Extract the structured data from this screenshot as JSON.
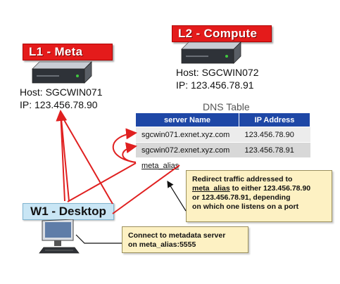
{
  "l1": {
    "label": "L1 - Meta",
    "host": "Host: SGCWIN071",
    "ip": "IP: 123.456.78.90"
  },
  "l2": {
    "label": "L2 - Compute",
    "host": "Host: SGCWIN072",
    "ip": "IP: 123.456.78.91"
  },
  "w1": {
    "label": "W1 - Desktop"
  },
  "dns": {
    "title": "DNS Table",
    "headers": [
      "server Name",
      "IP Address"
    ],
    "rows": [
      {
        "name": "sgcwin071.exnet.xyz.com",
        "ip": "123.456.78.90"
      },
      {
        "name": "sgcwin072.exnet.xyz.com",
        "ip": "123.456.78.91"
      },
      {
        "name": "meta_alias",
        "ip": ""
      }
    ]
  },
  "notes": {
    "redirect": {
      "prefix": "Redirect traffic addressed to",
      "alias": "meta_alias",
      "rest1": " to either 123.456.78.90",
      "line3": "or 123.456.78.91, depending",
      "line4": "on which one listens on a port"
    },
    "connect": {
      "line1": "Connect to metadata server",
      "line2": "on meta_alias:5555"
    }
  },
  "colors": {
    "label_red": "#e41b1b",
    "table_header": "#1e47a6",
    "arrow": "#e02020",
    "note_bg": "#fdf1c3"
  }
}
